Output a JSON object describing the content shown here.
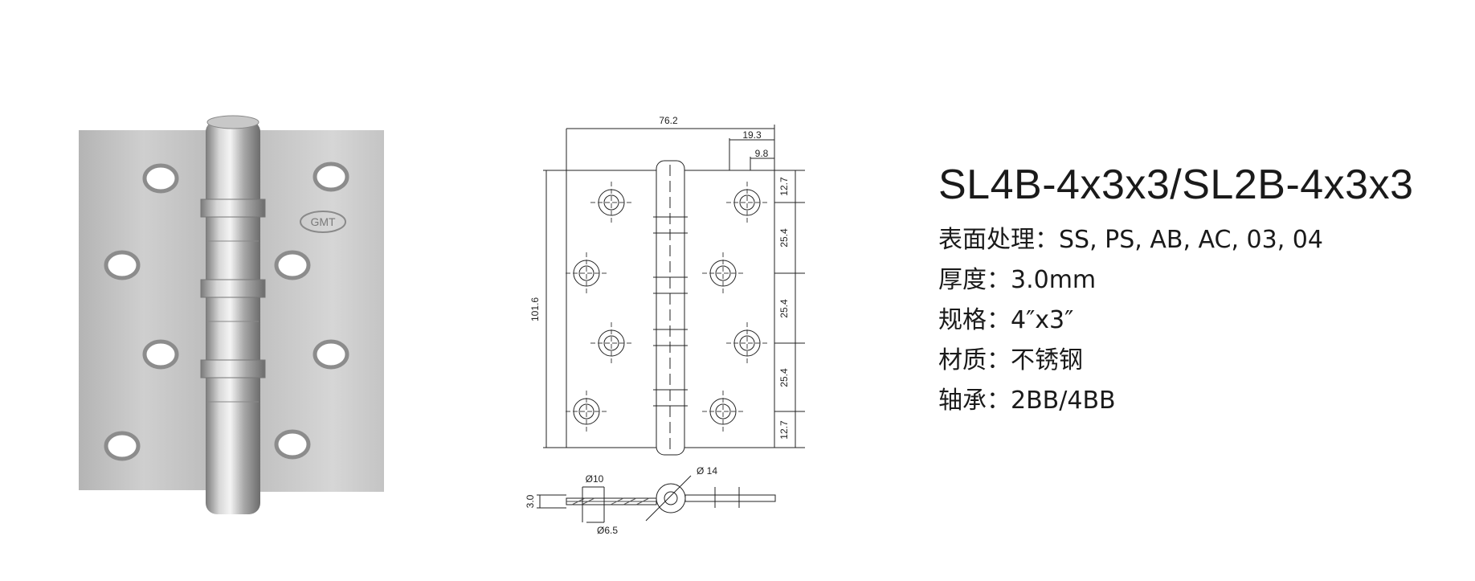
{
  "product": {
    "model": "SL4B-4x3x3/SL2B-4x3x3",
    "logo_text": "GMT",
    "specs": [
      {
        "label": "表面处理",
        "value": "SS, PS, AB, AC, 03, 04"
      },
      {
        "label": "厚度",
        "value": "3.0mm"
      },
      {
        "label": "规格",
        "value": "4″x3″"
      },
      {
        "label": "材质",
        "value": "不锈钢"
      },
      {
        "label": "轴承",
        "value": "2BB/4BB"
      }
    ]
  },
  "drawing": {
    "width": "76.2",
    "offset_outer": "19.3",
    "offset_inner": "9.8",
    "height": "101.6",
    "pitch_end_top": "12.7",
    "pitch_1": "25.4",
    "pitch_2": "25.4",
    "pitch_3": "25.4",
    "pitch_end_bottom": "12.7",
    "hole_dia": "Ø10",
    "countersink_dia": "Ø6.5",
    "pin_dia": "Ø 14",
    "thickness": "3.0"
  }
}
